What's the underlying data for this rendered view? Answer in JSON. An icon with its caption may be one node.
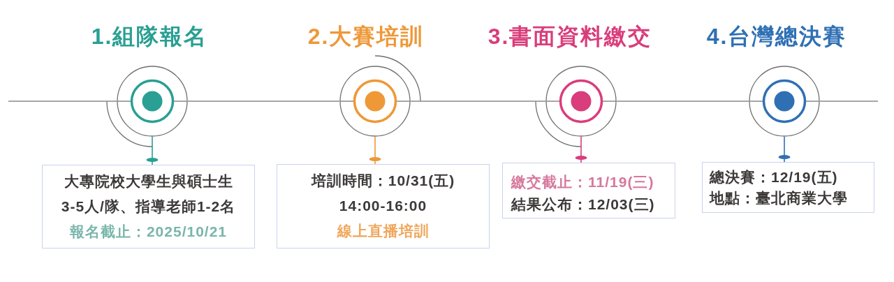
{
  "diagram": {
    "nodes": [
      {
        "text": [],
        "shape": "circle",
        "beside": [
          "1.組隊報名"
        ]
      },
      {
        "text": [
          "大專院校大學生與碩士生",
          "3-5人/隊、指導老師1-2名",
          "報名截止：2025/10/21"
        ]
      },
      {
        "text": [],
        "shape": "circle",
        "beside": [
          "2.大賽培訓"
        ]
      },
      {
        "text": [
          "培訓時間：10/31(五)",
          "14:00-16:00",
          "線上直播培訓"
        ]
      },
      {
        "text": [],
        "shape": "circle",
        "beside": [
          "3.書面資料繳交"
        ]
      },
      {
        "text": [
          "繳交截止：11/19(三)",
          "結果公布：12/03(三)"
        ]
      },
      {
        "text": [],
        "shape": "circle",
        "beside": [
          "4.台灣總決賽"
        ]
      },
      {
        "text": [
          "總決賽：12/19(五)",
          "地點：臺北商業大學"
        ]
      }
    ],
    "edges": [
      {
        "from": null,
        "to": 0,
        "arrow": "none"
      },
      {
        "from": 0,
        "to": 2,
        "arrow": "none"
      },
      {
        "from": 2,
        "to": 4,
        "arrow": "none"
      },
      {
        "from": 4,
        "to": 6,
        "arrow": "none"
      },
      {
        "from": 6,
        "to": null,
        "arrow": "none"
      },
      {
        "from": 0,
        "to": 1,
        "arrow": "other",
        "color": "#2a9f93"
      },
      {
        "from": 2,
        "to": 3,
        "arrow": "other",
        "color": "#ee9838"
      },
      {
        "from": 4,
        "to": 5,
        "arrow": "other",
        "color": "#d93d7b"
      },
      {
        "from": 6,
        "to": 7,
        "arrow": "other",
        "color": "#2f70b4"
      }
    ]
  }
}
